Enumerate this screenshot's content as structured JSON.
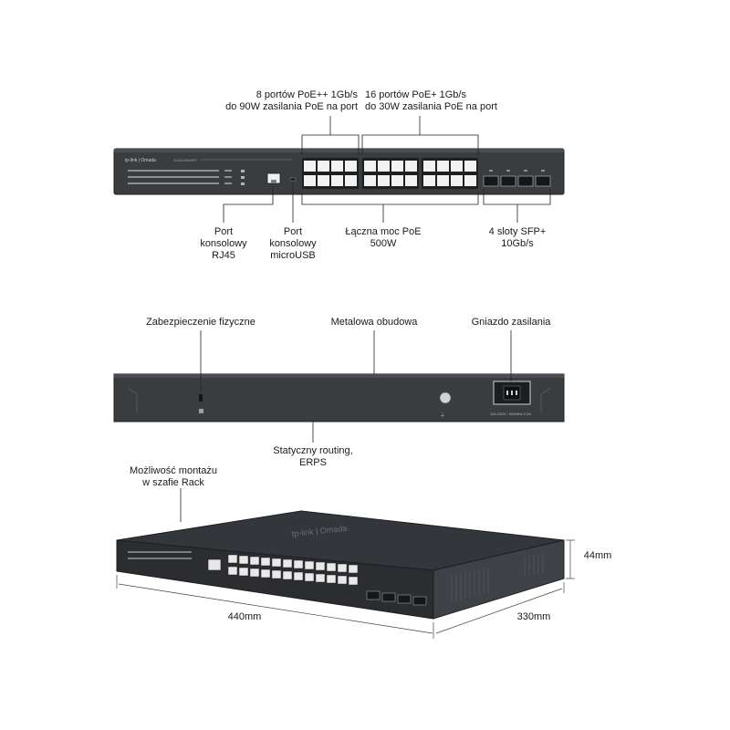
{
  "front_view": {
    "brand_text": "tp-link | Omada",
    "model_text": "SG3428XMPP",
    "callouts": {
      "poe_plus_plus": [
        "8 portów PoE++ 1Gb/s",
        "do 90W zasilania PoE na port"
      ],
      "poe_plus": [
        "16 portów PoE+ 1Gb/s",
        "do 30W zasilania PoE na port"
      ],
      "console_rj45": [
        "Port",
        "konsolowy",
        "RJ45"
      ],
      "console_microusb": [
        "Port",
        "konsolowy",
        "microUSB"
      ],
      "total_poe": [
        "Łączna moc PoE",
        "500W"
      ],
      "sfp_slots": [
        "4 sloty SFP+",
        "10Gb/s"
      ]
    }
  },
  "rear_view": {
    "callouts": {
      "physical_security": "Zabezpieczenie fizyczne",
      "metal_case": "Metalowa obudowa",
      "power_socket": "Gniazdo zasilania",
      "static_routing": [
        "Statyczny routing,",
        "ERPS"
      ]
    },
    "power_rating_text": "100-240V~ 50/60Hz 0.3A"
  },
  "perspective_view": {
    "callouts": {
      "rack_mount": [
        "Możliwość montażu",
        "w szafie Rack"
      ]
    },
    "dimensions": {
      "width": "440mm",
      "depth": "330mm",
      "height": "44mm"
    }
  },
  "colors": {
    "chassis": "#3a3d40",
    "chassis_dark": "#2b2d30",
    "port": "#f2f2f2",
    "line": "#222222"
  }
}
